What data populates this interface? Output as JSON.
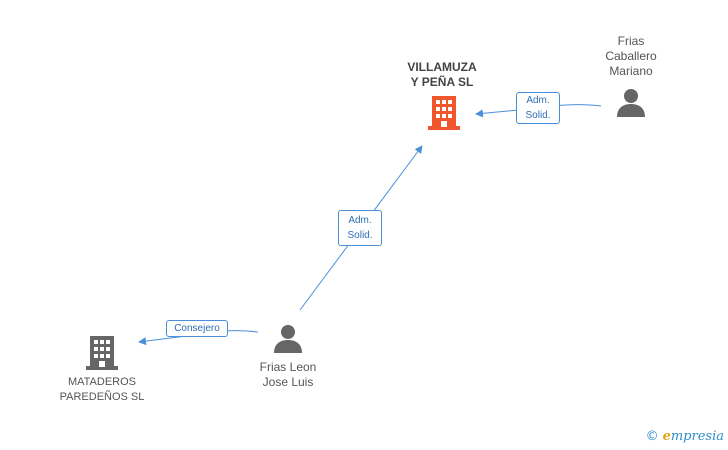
{
  "nodes": {
    "villamuza": {
      "line1": "VILLAMUZA",
      "line2": "Y PEÑA SL",
      "color": "#f0552b"
    },
    "mataderos": {
      "line1": "MATADEROS",
      "line2": "PAREDEÑOS SL",
      "color": "#666666"
    },
    "frias_caballero": {
      "line1": "Frias",
      "line2": "Caballero",
      "line3": "Mariano",
      "color": "#666666"
    },
    "frias_leon": {
      "line1": "Frias Leon",
      "line2": "Jose Luis",
      "color": "#666666"
    }
  },
  "edges": {
    "caballero_to_villamuza": {
      "line1": "Adm.",
      "line2": "Solid."
    },
    "leon_to_villamuza": {
      "line1": "Adm.",
      "line2": "Solid."
    },
    "leon_to_mataderos": {
      "line1": "Consejero"
    }
  },
  "branding": {
    "copyright": "©",
    "e": "e",
    "name": "mpresia"
  },
  "colors": {
    "edge": "#4a90d9",
    "company_main": "#f0552b",
    "entity": "#666666"
  }
}
